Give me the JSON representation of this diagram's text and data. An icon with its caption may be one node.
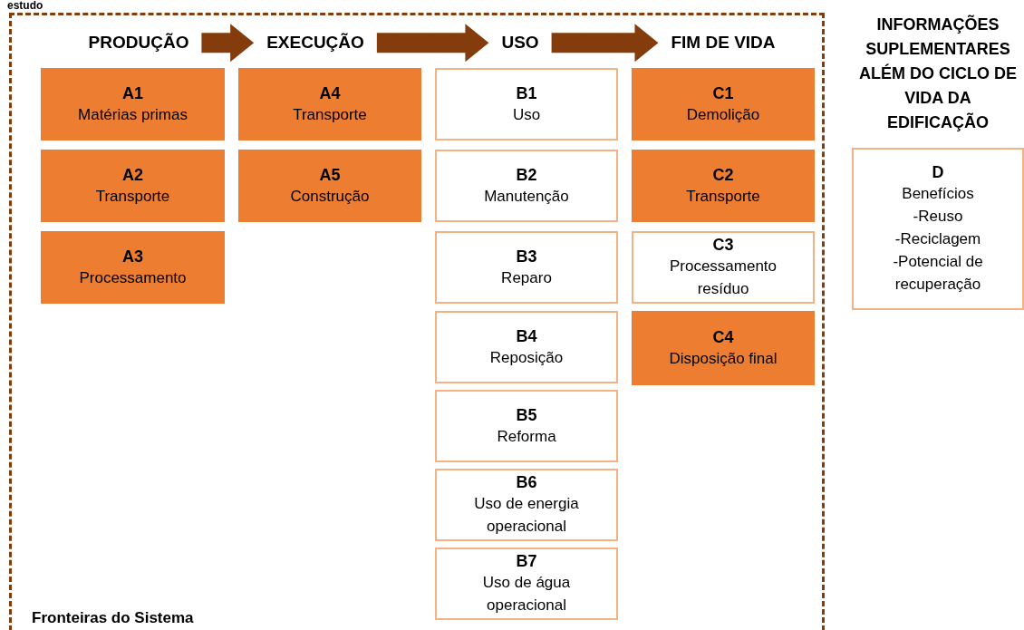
{
  "diagram": {
    "nodes": [
      {
        "text": [
          "Fronteiras do Sistema"
        ]
      },
      {
        "text": [
          "PRODUÇÃO"
        ],
        "in": 0
      },
      {
        "text": [
          "EXECUÇÃO"
        ],
        "in": 0
      },
      {
        "text": [
          "USO"
        ],
        "in": 0
      },
      {
        "text": [
          "FIM DE VIDA"
        ],
        "in": 0
      },
      {
        "text": [
          "A1",
          "Matérias primas"
        ],
        "in": 0
      },
      {
        "text": [
          "A2",
          "Transporte"
        ],
        "in": 0
      },
      {
        "text": [
          "A3",
          "Processamento"
        ],
        "in": 0
      },
      {
        "text": [
          "A4",
          "Transporte"
        ],
        "in": 0
      },
      {
        "text": [
          "A5",
          "Construção"
        ],
        "in": 0
      },
      {
        "text": [
          "B1",
          "Uso"
        ],
        "in": 0
      },
      {
        "text": [
          "B2",
          "Manutenção"
        ],
        "in": 0
      },
      {
        "text": [
          "B3",
          "Reparo"
        ],
        "in": 0
      },
      {
        "text": [
          "B4",
          "Reposição"
        ],
        "in": 0
      },
      {
        "text": [
          "B5",
          "Reforma"
        ],
        "in": 0
      },
      {
        "text": [
          "B6",
          "Uso de energia operacional"
        ],
        "in": 0
      },
      {
        "text": [
          "B7",
          "Uso de água operacional"
        ],
        "in": 0
      },
      {
        "text": [
          "C1",
          "Demolição"
        ],
        "in": 0
      },
      {
        "text": [
          "C2",
          "Transporte"
        ],
        "in": 0
      },
      {
        "text": [
          "C3",
          "Processamento resíduo"
        ],
        "in": 0
      },
      {
        "text": [
          "C4",
          "Disposição final"
        ],
        "in": 0
      },
      {
        "text": [
          "INFORMAÇÕES SUPLEMENTARES ALÉM DO CICLO DE VIDA DA EDIFICAÇÃO"
        ]
      },
      {
        "text": [
          "D",
          "Benefícios",
          "-Reuso",
          "-Reciclagem",
          "-Potencial de recuperação"
        ]
      }
    ],
    "edges": [
      {
        "from": 1,
        "to": 2,
        "arrow": "to",
        "style": "thick"
      },
      {
        "from": 2,
        "to": 3,
        "arrow": "to",
        "style": "thick"
      },
      {
        "from": 3,
        "to": 4,
        "arrow": "to",
        "style": "thick"
      }
    ],
    "labels": [
      "estudo"
    ]
  }
}
